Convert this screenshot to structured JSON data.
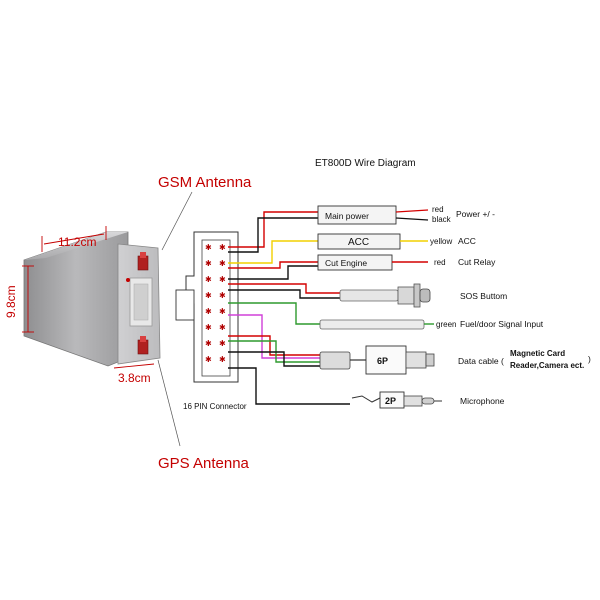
{
  "title": "ET800D Wire Diagram",
  "antennas": {
    "gsm": "GSM Antenna",
    "gps": "GPS Antenna"
  },
  "dimensions": {
    "width": "11.2cm",
    "height": "9.8cm",
    "depth": "3.8cm"
  },
  "connector_label": "16 PIN Connector",
  "components": {
    "main_power": "Main power",
    "acc": "ACC",
    "cut_engine": "Cut Engine",
    "data_6p": "6P",
    "mic_2p": "2P"
  },
  "wire_colors": {
    "red": "red",
    "black": "black",
    "yellow": "yellow",
    "red2": "red",
    "green": "green"
  },
  "functions": {
    "power": "Power +/ -",
    "acc": "ACC",
    "cut_relay": "Cut Relay",
    "sos": "SOS Buttom",
    "fuel": "Fuel/door Signal Input",
    "data_cable": "Data cable (",
    "magnetic_1": "Magnetic Card",
    "magnetic_2": "Reader,Camera ect.",
    "magnetic_close": ")",
    "microphone": "Microphone"
  },
  "colors": {
    "red": "#d40000",
    "black": "#111111",
    "yellow": "#f2d000",
    "green": "#2e9a2e",
    "magenta": "#d040d8",
    "label_red": "#c40000"
  }
}
